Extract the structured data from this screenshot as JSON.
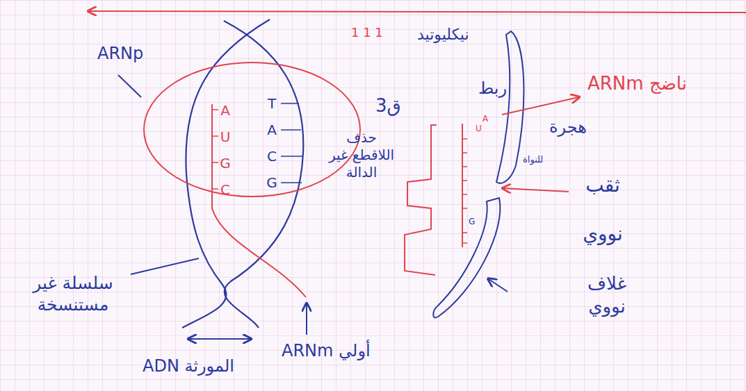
{
  "diagram": {
    "nodes": [
      {
        "text": [
          "A U G C",
          "T A C G"
        ]
      }
    ],
    "edges": [],
    "labels": [
      "ARNp",
      "سلسلة غير مستنسخة",
      "ADN المورثة",
      "ARNm أولي",
      "1 1 1",
      "نيكليوتيد",
      "ربط",
      "ق3",
      "حذف اللاقطع غير الدالة",
      "ARNm ناضج",
      "هجرة",
      "للنواة",
      "ثقب نووي",
      "غلاف نووي",
      "A",
      "U",
      "G"
    ]
  }
}
